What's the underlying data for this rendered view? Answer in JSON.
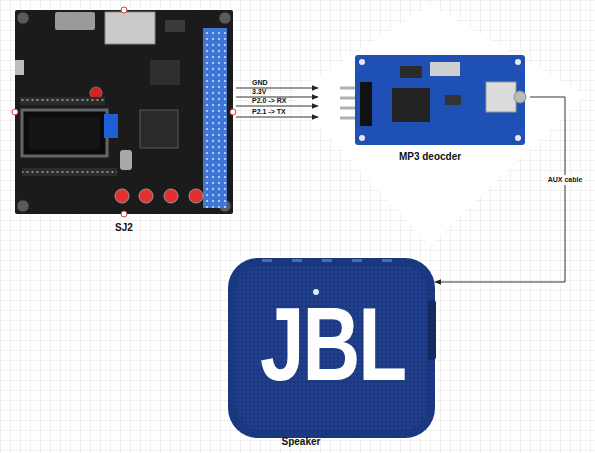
{
  "diagram": {
    "nodes": [
      {
        "text": [
          "SJ2"
        ]
      },
      {
        "text": [
          "MP3 deocder"
        ]
      },
      {
        "text": [
          "Speaker"
        ]
      }
    ],
    "edges": [
      {
        "from": 0,
        "to": 1,
        "label": "GND",
        "arrow": "to"
      },
      {
        "from": 0,
        "to": 1,
        "label": "3.3V",
        "arrow": "to"
      },
      {
        "from": 0,
        "to": 1,
        "label": "P2.0 -> RX",
        "arrow": "to"
      },
      {
        "from": 0,
        "to": 1,
        "label": "P2.1 -> TX",
        "arrow": "to"
      },
      {
        "from": 1,
        "to": 2,
        "label": "AUX cable",
        "arrow": "to"
      }
    ],
    "labels": [
      "JBL"
    ]
  }
}
